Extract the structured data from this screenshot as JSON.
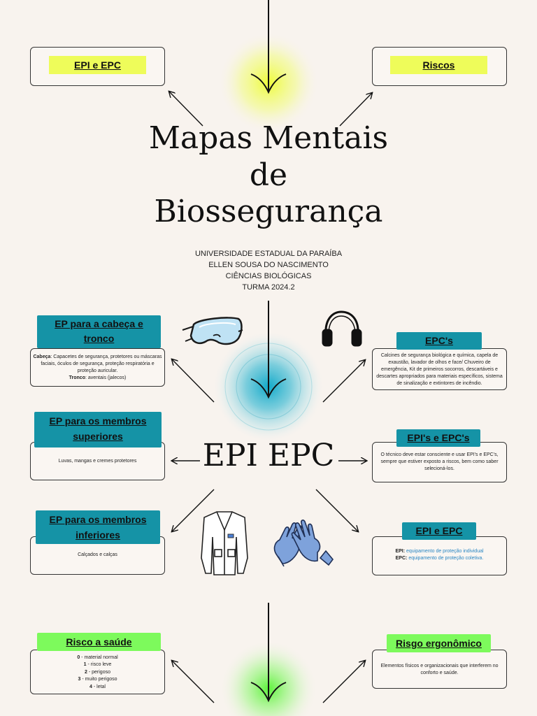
{
  "title_lines": [
    "Mapas Mentais",
    "de",
    "Biossegurança"
  ],
  "institution": {
    "line1": "UNIVERSIDADE ESTADUAL DA PARAÍBA",
    "line2": "ELLEN SOUSA DO NASCIMENTO",
    "line3": "CIÊNCIAS BIOLÓGICAS",
    "line4": "TURMA 2024.2"
  },
  "center_label": "EPI EPC",
  "top_left_tag": "EPI e EPC",
  "top_right_tag": "Riscos",
  "cards": {
    "head": {
      "tag": "EP para a cabeça e tronco",
      "k1": "Cabeça",
      "t1": ": Capacetes de segurança, protetores ou máscaras faciais, óculos de segurança, proteção respiratória e proteção auricular.",
      "k2": "Tronco",
      "t2": ": aventais (jalecos)"
    },
    "epcs": {
      "tag": "EPC's",
      "text": "Calcines de segurança biológica e química, capela de exaustão, lavador de olhos e face/ Chuveiro de emergência, Kit de primeiros socorros, descartáveis e descartes apropriados para materiais específicos, sistema de sinalização e extintores de incêndio."
    },
    "upper": {
      "tag": "EP para os membros superiores",
      "text": "Luvas, mangas e cremes protetores"
    },
    "epis_epcs": {
      "tag": "EPI's e EPC's",
      "text": "O técnico deve estar consciente e usar EPI's e EPC's, sempre que estiver exposto a riscos, bem como saber selecioná-los."
    },
    "lower": {
      "tag": "EP para os membros inferiores",
      "text": "Calçados e calças"
    },
    "epi_epc": {
      "tag": "EPI e EPC",
      "k1": "EPI:",
      "t1": " equipamento de proteção individual",
      "k2": "EPC:",
      "t2": " equipamento de proteção coletiva."
    },
    "health": {
      "tag": "Risco a saúde",
      "lines": [
        {
          "k": "0",
          "t": " - material normal"
        },
        {
          "k": "1",
          "t": " - risco leve"
        },
        {
          "k": "2",
          "t": " - perigoso"
        },
        {
          "k": "3",
          "t": " - muito perigoso"
        },
        {
          "k": "4",
          "t": " - letal"
        }
      ]
    },
    "ergo": {
      "tag": "Risgo ergonômico",
      "text": "Elementos físicos e organizacionais que interferem no conforto e saúde."
    }
  },
  "icons": [
    "safety-goggles-icon",
    "headphones-icon",
    "lab-coat-icon",
    "gloves-icon"
  ],
  "colors": {
    "background": "#f8f3ee",
    "yellow": "#eefc5a",
    "teal": "#1593a6",
    "green": "#7dfa5c",
    "link_blue": "#2a86c2"
  }
}
